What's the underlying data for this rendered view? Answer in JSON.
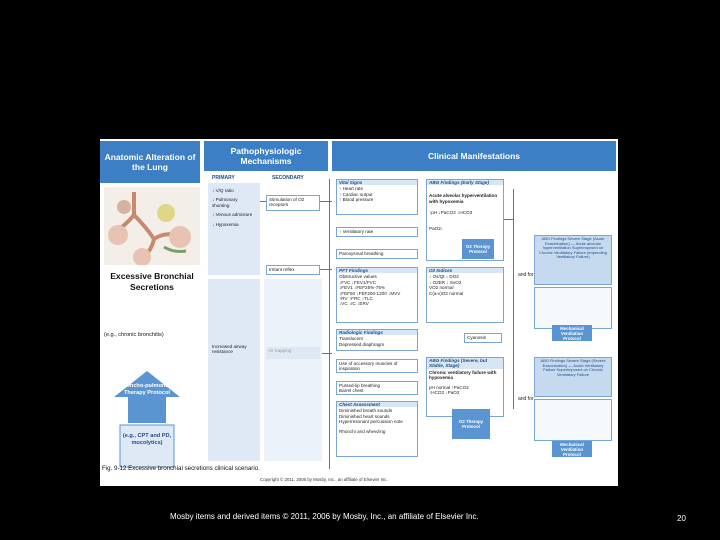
{
  "headers": {
    "anatomic": "Anatomic Alteration of the Lung",
    "patho": "Pathophysiologic Mechanisms",
    "clinical": "Clinical Manifestations",
    "primary": "PRIMARY",
    "secondary": "SECONDARY"
  },
  "primary_items": [
    "↓ V/Q ratio",
    "↓ Pulmonary shunting",
    "↓ Venous admixture",
    "↓ Hypoxemia"
  ],
  "secondary_items": {
    "stim": "Stimulation of O2 receptors",
    "irritant": "Irritant reflex",
    "increased": "Increased airway resistance",
    "trapping": "Air trapping"
  },
  "boxes": {
    "vital": {
      "title": "Vital Signs",
      "lines": [
        "↑ Heart rate",
        "↑ Cardiac output",
        "↑ Blood pressure"
      ]
    },
    "vent": {
      "lines": [
        "↑ Ventilatory rate"
      ]
    },
    "paroxysmal": {
      "lines": [
        "Paroxysmal breathing"
      ]
    },
    "abg1": {
      "title": "ABG Findings (Early Stage)",
      "lines": [
        "Acute alveolar hyperventilation with hypoxemia",
        "↑pH ↓PaCO2 ↓HCO3",
        "PaO2↓"
      ]
    },
    "pft": {
      "title": "PFT Findings",
      "lines": [
        "Obstructive values",
        "↓FVC  ↓FEV1/FVC",
        "↓FEV1  ↓FEF25%-75%",
        "↓FEF50  ↓FEF200-1200  ↓MVV",
        "↑RV  ↑FRC  ↑TLC",
        "↓VC  ↓IC  ↓ERV"
      ]
    },
    "o2": {
      "title": "O2 Indices",
      "lines": [
        "↓ Os/Qt  ↓ DO2",
        "↓ O2ER  ↓ SvO2",
        "VO2 normal",
        "C(a-v)O2 normal"
      ]
    },
    "radio": {
      "title": "Radiologic Findings",
      "lines": [
        "Translucent",
        "Depressed diaphragm"
      ]
    },
    "cyanosis": {
      "lines": [
        "Cyanosis"
      ]
    },
    "accessory": {
      "lines": [
        "Use of accessory muscles of inspiration"
      ]
    },
    "pursed": {
      "lines": [
        "Pursed-lip breathing",
        "Barrel chest"
      ]
    },
    "chest": {
      "title": "Chest Assessment",
      "lines": [
        "Diminished breath sounds",
        "Diminished heart sounds",
        "Hyperresonant percussion note",
        "Rhonchi and wheezing"
      ]
    },
    "abg2": {
      "title": "ABG Findings (Severe, but Stable, Stage)",
      "lines": [
        "Chronic ventilatory failure with hypoxemia",
        "pH normal  ↑PaCO2",
        "↑HCO3  ↓PaO2"
      ]
    }
  },
  "right_boxes": {
    "acute": "ABG Findings Severe Stage (Acute Exacerbation) — Acute alveolar hyperventilation Superimposed on Chronic Ventilatory Failure (Impending Ventilatory Failure)",
    "chronic": "ABG Findings Severe Stage (Severe Exacerbation) — Acute Ventilatory Failure Superimposed on Chronic Ventilatory Failure",
    "mech1": "Mechanical Ventilation Protocol",
    "mech2": "Mechanical Ventilation Protocol"
  },
  "protocols": {
    "o2_1": "O2 Therapy Protocol",
    "o2_2": "O2 Therapy Protocol"
  },
  "and_for": [
    "and for",
    "and for"
  ],
  "excessive": "Excessive Bronchial Secretions",
  "excessive_sub": "(e.g., chronic bronchitis)",
  "arrow_title": "Broncho-pulmonary Therapy Protocol",
  "arrow_sub": "(e.g., CPT and PD, mucolytics)",
  "caption": "Fig. 9-12  Excessive bronchial secretions clinical scenario.",
  "copyright": "Copyright © 2011, 2006 by Mosby, Inc., an affiliate of Elsevier Inc.",
  "footer": "Mosby items and derived items © 2011, 2006 by Mosby, Inc., an affiliate of Elsevier Inc.",
  "page_number": "20",
  "colors": {
    "header_blue": "#3d7fc4",
    "light_blue": "#dfe9f5",
    "background": "#000000"
  }
}
